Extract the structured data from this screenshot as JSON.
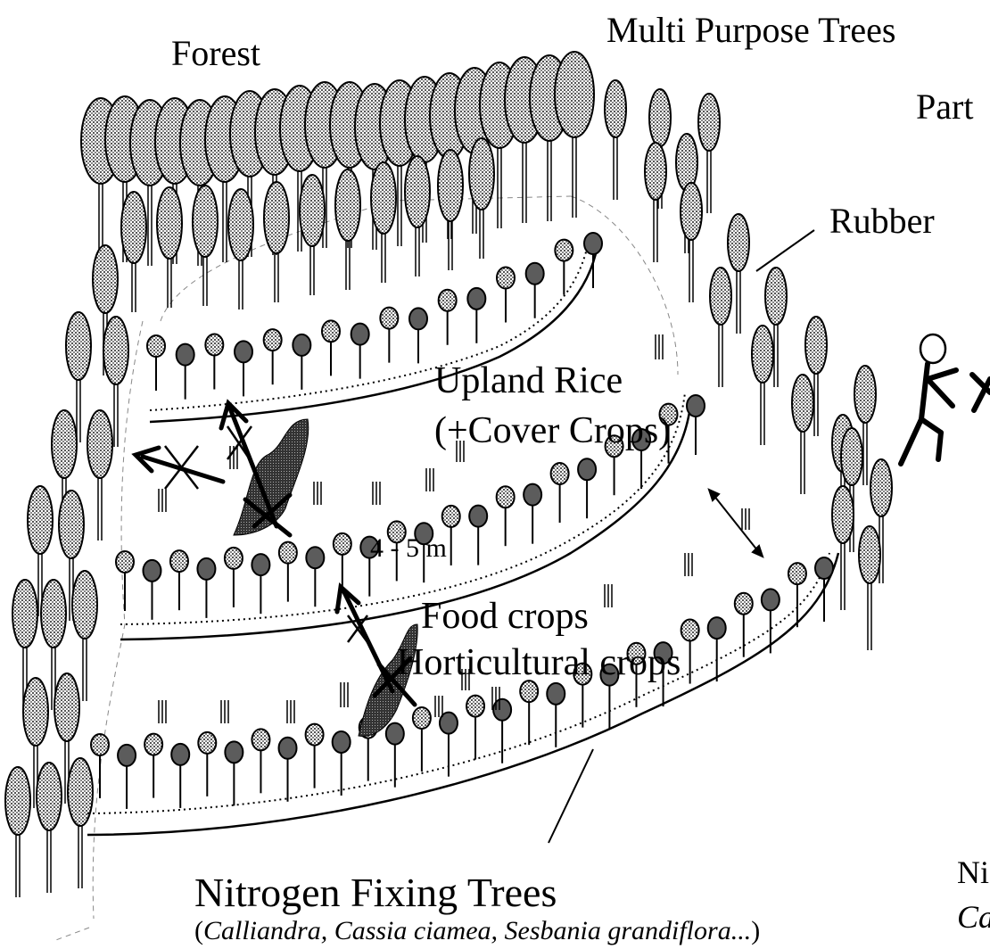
{
  "labels": {
    "forest": "Forest",
    "multi_purpose_trees": "Multi Purpose Trees",
    "part_cut": "Part",
    "rubber": "Rubber",
    "upland_rice": "Upland Rice",
    "cover_crops": "(+Cover Crops)",
    "distance": "4 - 5 m",
    "food_crops": "Food crops",
    "horticultural_crops": "Horticultural crops",
    "nft_cut": "Ni",
    "ca_cut": "Ca",
    "nitrogen_fixing_trees": "Nitrogen Fixing Trees",
    "species_open": "(",
    "species_names": "Calliandra, Cassia ciamea, Sesbania grandiflora...",
    "species_close": ")"
  },
  "colors": {
    "light_tree": "#c9c9c9",
    "dark_tree": "#5c5c5c",
    "erosion": "#7d7d7d",
    "ink": "#000000"
  },
  "icons": [
    "person-walking-icon",
    "erosion-blocked-cross-icon",
    "distance-arrow-icon"
  ]
}
